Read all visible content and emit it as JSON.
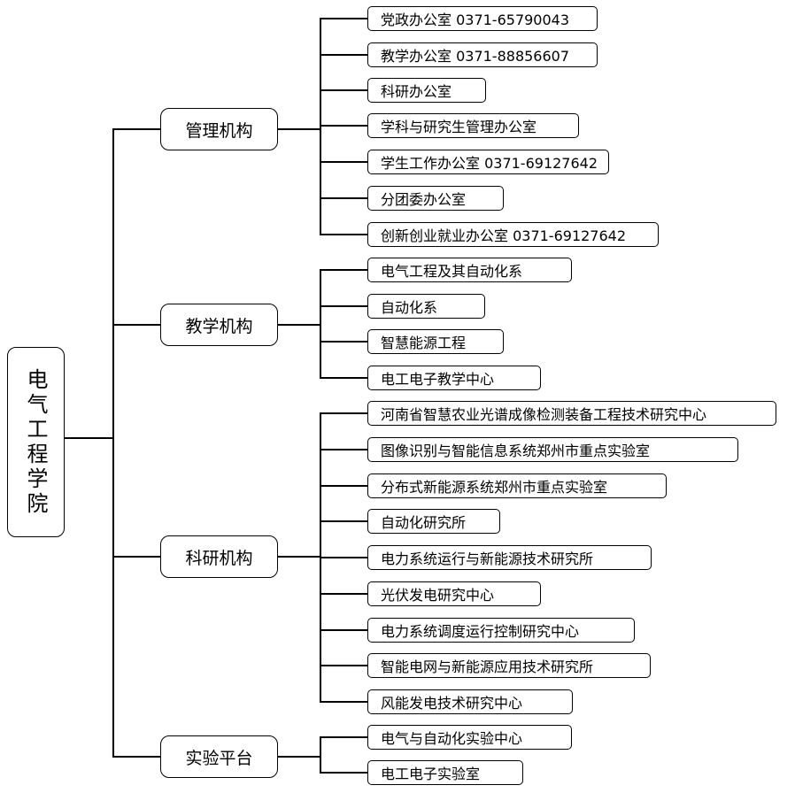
{
  "root": "电气工程学院",
  "categories": [
    {
      "label": "管理机构",
      "items": [
        "党政办公室 0371-65790043",
        "教学办公室 0371-88856607",
        "科研办公室",
        "学科与研究生管理办公室",
        "学生工作办公室 0371-69127642",
        "分团委办公室",
        "创新创业就业办公室 0371-69127642"
      ]
    },
    {
      "label": "教学机构",
      "items": [
        "电气工程及其自动化系",
        "自动化系",
        "智慧能源工程",
        "电工电子教学中心"
      ]
    },
    {
      "label": "科研机构",
      "items": [
        "河南省智慧农业光谱成像检测装备工程技术研究中心",
        "图像识别与智能信息系统郑州市重点实验室",
        "分布式新能源系统郑州市重点实验室",
        "自动化研究所",
        "电力系统运行与新能源技术研究所",
        "光伏发电研究中心",
        "电力系统调度运行控制研究中心",
        "智能电网与新能源应用技术研究所",
        "风能发电技术研究中心"
      ]
    },
    {
      "label": "实验平台",
      "items": [
        "电气与自动化实验中心",
        "电工电子实验室"
      ]
    }
  ]
}
